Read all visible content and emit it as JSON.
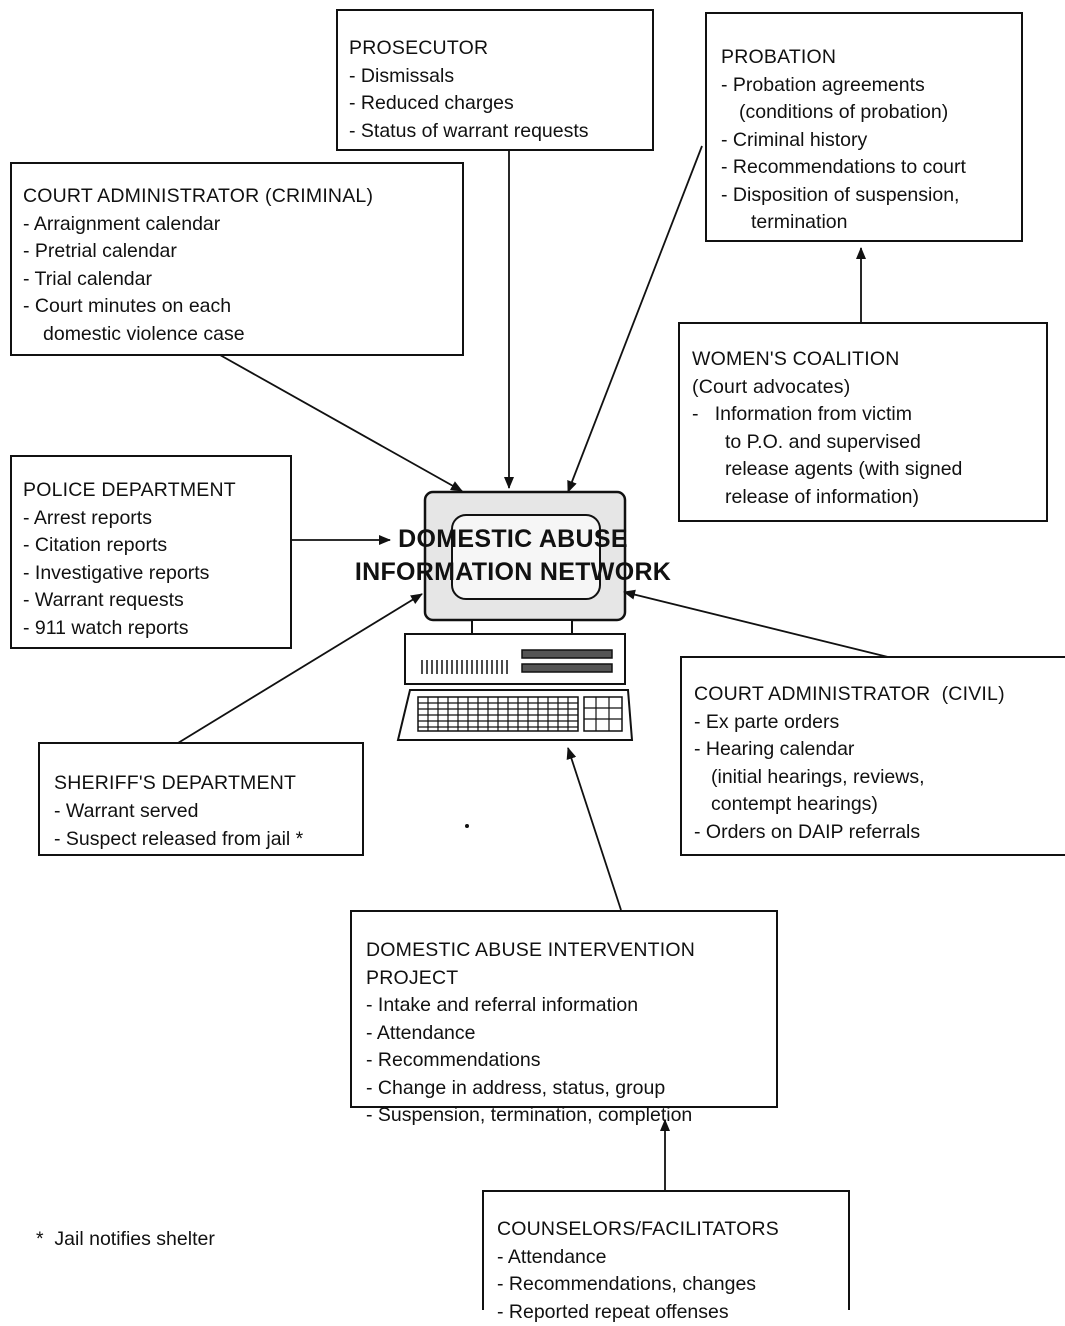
{
  "center": {
    "line1": "DOMESTIC ABUSE",
    "line2": "INFORMATION NETWORK"
  },
  "prosecutor": {
    "title": "PROSECUTOR",
    "items": [
      "- Dismissals",
      "- Reduced charges",
      "- Status of warrant requests"
    ]
  },
  "probation": {
    "title": "PROBATION",
    "items": [
      "- Probation agreements",
      "(conditions of probation)",
      "- Criminal history",
      "- Recommendations to court",
      "- Disposition of suspension,",
      "termination"
    ]
  },
  "court_criminal": {
    "title": "COURT ADMINISTRATOR (CRIMINAL)",
    "items": [
      "- Arraignment calendar",
      "- Pretrial calendar",
      "- Trial calendar",
      "- Court minutes on each",
      "domestic violence case"
    ]
  },
  "womens_coalition": {
    "title": "WOMEN'S COALITION",
    "subtitle": "(Court advocates)",
    "items": [
      "-   Information from victim",
      "to P.O. and supervised",
      "release agents (with signed",
      "release of information)"
    ]
  },
  "police": {
    "title": "POLICE DEPARTMENT",
    "items": [
      "- Arrest reports",
      "- Citation reports",
      "- Investigative reports",
      "- Warrant requests",
      "- 911 watch reports"
    ]
  },
  "court_civil": {
    "title": "COURT ADMINISTRATOR  (CIVIL)",
    "items": [
      "- Ex parte orders",
      "- Hearing calendar",
      "(initial hearings, reviews,",
      "contempt hearings)",
      "- Orders on DAIP referrals"
    ]
  },
  "sheriff": {
    "title": "SHERIFF'S DEPARTMENT",
    "items": [
      "- Warrant served",
      "- Suspect released from jail *"
    ]
  },
  "daip": {
    "title": "DOMESTIC ABUSE INTERVENTION PROJECT",
    "items": [
      "- Intake and referral information",
      "- Attendance",
      "- Recommendations",
      "- Change in address, status, group",
      "- Suspension, termination, completion"
    ]
  },
  "counselors": {
    "title": "COUNSELORS/FACILITATORS",
    "items": [
      "- Attendance",
      "- Recommendations, changes",
      "- Reported repeat offenses"
    ]
  },
  "footnote": "*  Jail notifies shelter"
}
